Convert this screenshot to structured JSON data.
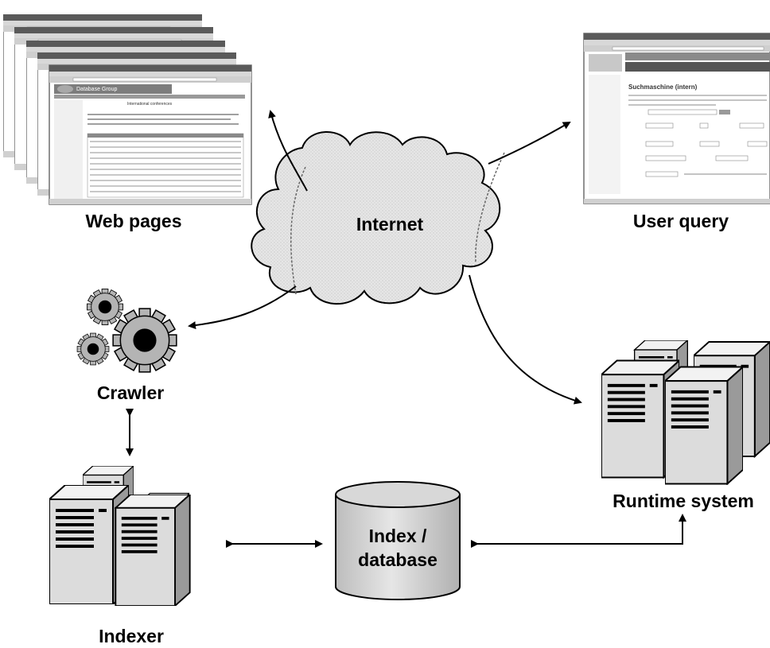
{
  "labels": {
    "web_pages": "Web pages",
    "internet": "Internet",
    "user_query": "User query",
    "crawler": "Crawler",
    "runtime_system": "Runtime system",
    "index_line1": "Index /",
    "index_line2": "database",
    "indexer": "Indexer"
  },
  "screenshots": {
    "web_front_header": "Database Group",
    "web_front_title": "International conferences",
    "query_title": "Suchmaschine (intern)"
  },
  "colors": {
    "cloud_fill": "#e4e4e4",
    "server_fill": "#dcdcdc",
    "gear_fill": "#b4b4b4",
    "line": "#000000"
  },
  "icons": [
    "gear-icon",
    "server-icon",
    "database-cylinder-icon",
    "cloud-icon",
    "browser-window-icon"
  ]
}
